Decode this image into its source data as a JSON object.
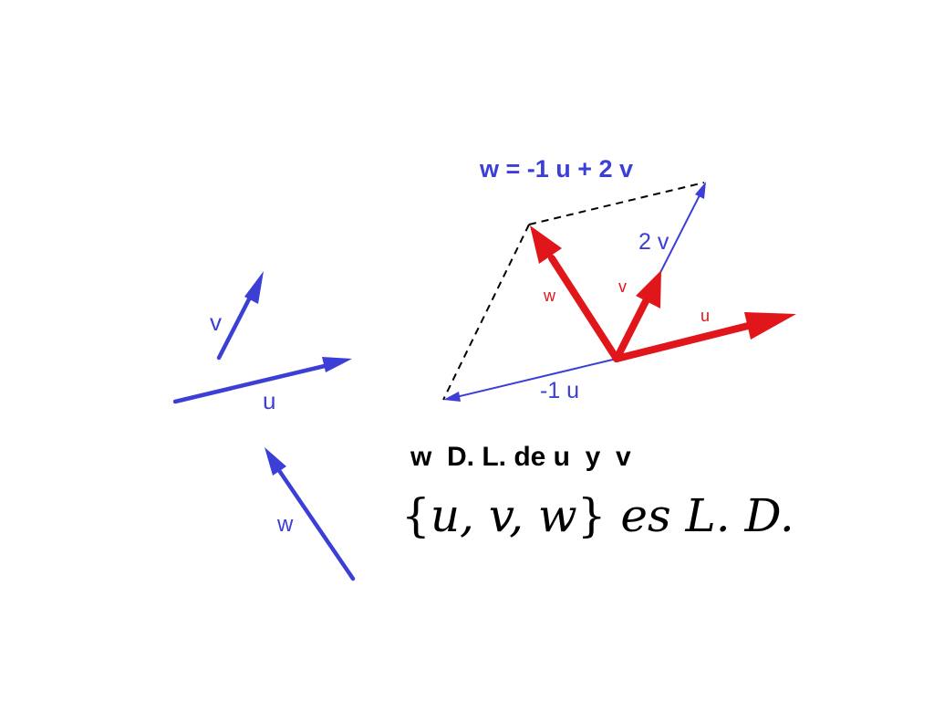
{
  "colors": {
    "vector_blue": "#3b3fd6",
    "vector_red": "#e0161b",
    "guide": "#000000"
  },
  "left_vectors": {
    "v_label": "v",
    "u_label": "u",
    "w_label": "w"
  },
  "construction": {
    "equation": "w = -1 u + 2 v",
    "label_2v": "2 v",
    "label_neg_u": "-1 u",
    "red_w": "w",
    "red_v": "v",
    "red_u": "u"
  },
  "caption": "w  D. L. de u  y  v",
  "set_statement": {
    "open_brace": "{",
    "elements": "u, v, w",
    "close_brace": "}",
    "text": " es L. D."
  }
}
